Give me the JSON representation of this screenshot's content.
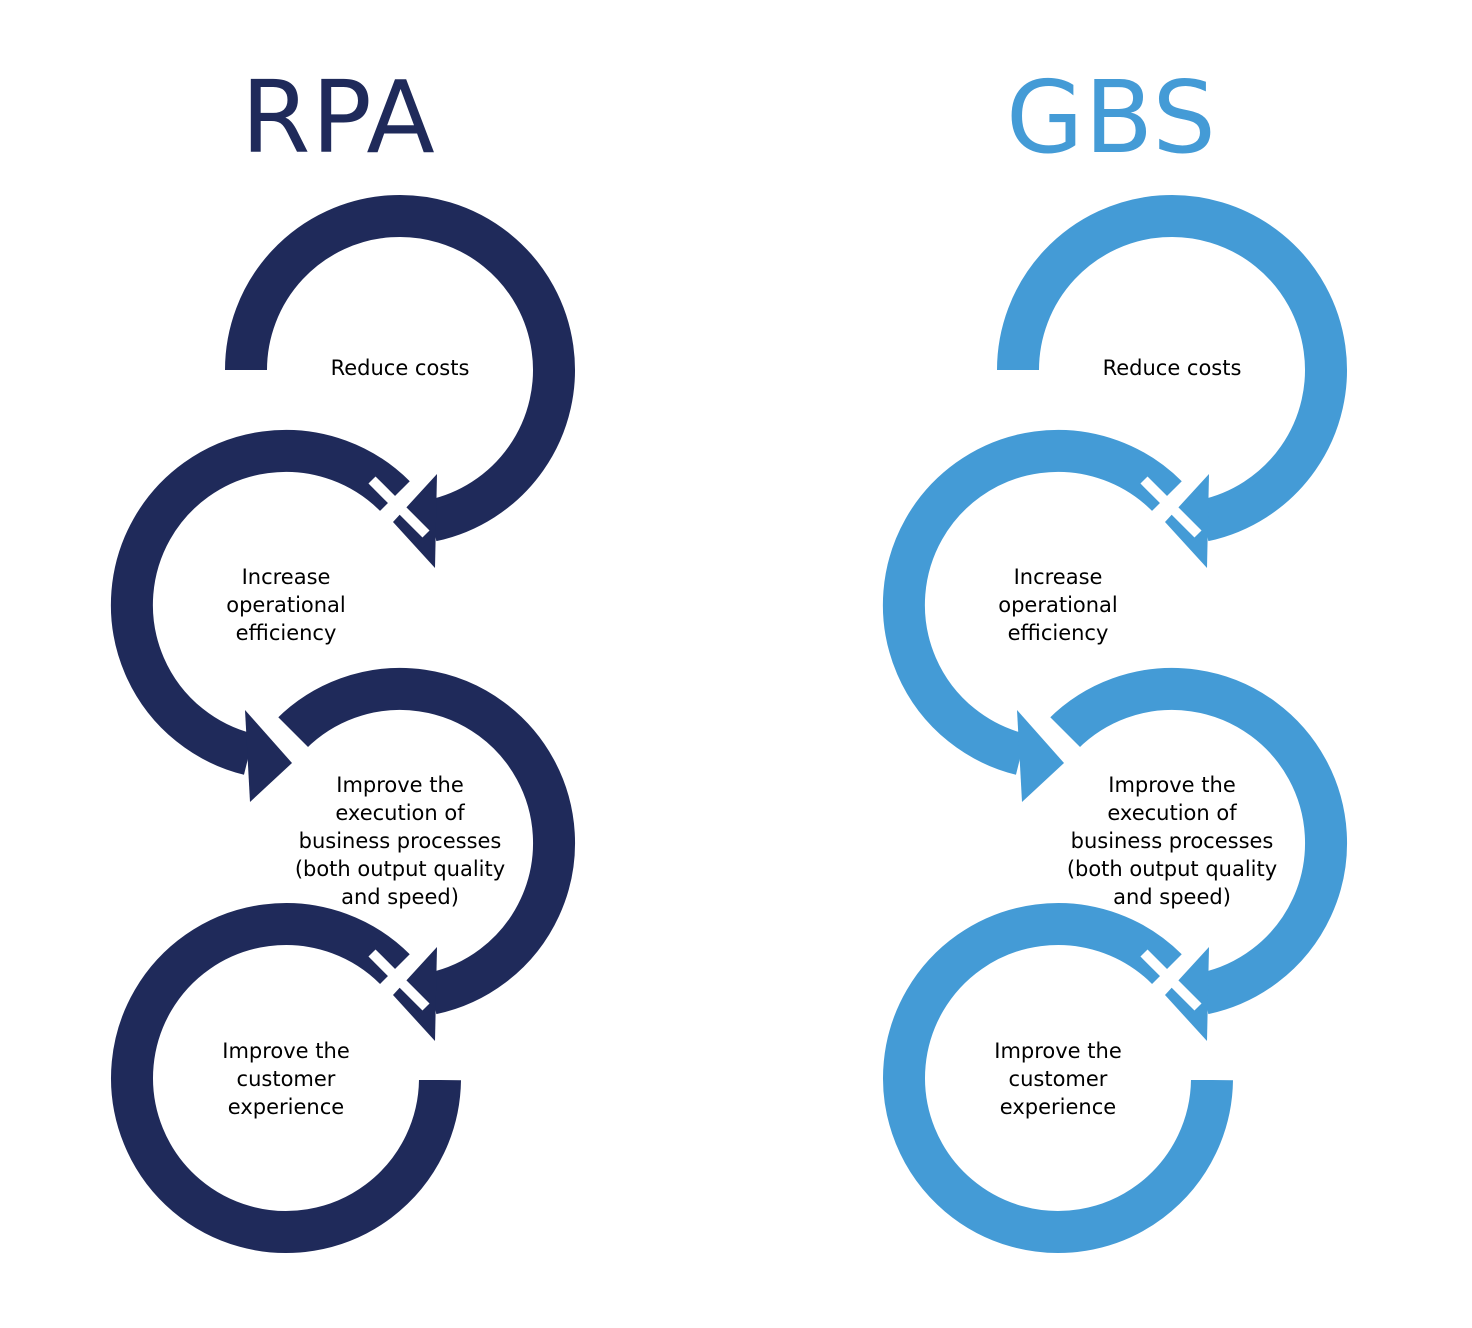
{
  "diagram": {
    "panels": [
      {
        "id": "rpa",
        "title": "RPA",
        "color": "#1f2a5a",
        "steps": [
          {
            "label": "Reduce costs"
          },
          {
            "label": "Increase\noperational\nefficiency"
          },
          {
            "label": "Improve the\nexecution of\nbusiness processes\n(both output quality\nand speed)"
          },
          {
            "label": "Improve the\ncustomer\nexperience"
          }
        ]
      },
      {
        "id": "gbs",
        "title": "GBS",
        "color": "#449bd6",
        "steps": [
          {
            "label": "Reduce costs"
          },
          {
            "label": "Increase\noperational\nefficiency"
          },
          {
            "label": "Improve the\nexecution of\nbusiness processes\n(both output quality\nand speed)"
          },
          {
            "label": "Improve the\ncustomer\nexperience"
          }
        ]
      }
    ],
    "icons": [
      "circular-arrow-icon"
    ]
  }
}
